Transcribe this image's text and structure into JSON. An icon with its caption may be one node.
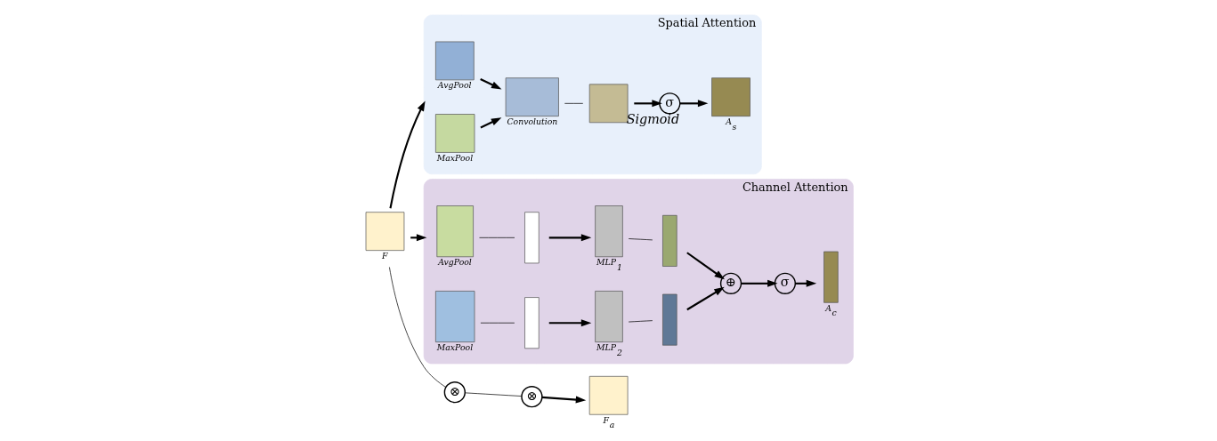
{
  "diagram": {
    "nodes": [
      {
        "text": [
          "F"
        ]
      },
      {
        "text": [
          "Spatial Attention"
        ]
      },
      {
        "text": [
          "AvgPool"
        ],
        "in": 1
      },
      {
        "text": [
          "MaxPool"
        ],
        "in": 1
      },
      {
        "text": [
          "Convolution"
        ],
        "in": 1
      },
      {
        "text": [],
        "shape": "box",
        "in": 1
      },
      {
        "text": [
          "σ",
          "Sigmoid"
        ],
        "in": 1
      },
      {
        "text": [
          "A$_{s}$"
        ],
        "in": 1
      },
      {
        "text": [
          "Channel Attention"
        ]
      },
      {
        "text": [
          "AvgPool"
        ],
        "in": 8
      },
      {
        "text": [],
        "shape": "bar",
        "in": 8
      },
      {
        "text": [
          "MLP$_{1}$"
        ],
        "in": 8
      },
      {
        "text": [],
        "shape": "bar",
        "in": 8
      },
      {
        "text": [
          "MaxPool"
        ],
        "in": 8
      },
      {
        "text": [],
        "shape": "bar",
        "in": 8
      },
      {
        "text": [
          "MLP$_{2}$"
        ],
        "in": 8
      },
      {
        "text": [],
        "shape": "bar",
        "in": 8
      },
      {
        "text": [
          "⊕"
        ],
        "in": 8
      },
      {
        "text": [
          "σ"
        ],
        "in": 8
      },
      {
        "text": [
          "A$_{c}$"
        ],
        "in": 8
      },
      {
        "text": [
          "⊗"
        ]
      },
      {
        "text": [
          "⊗"
        ]
      },
      {
        "text": [
          "F$_{a}$"
        ]
      }
    ],
    "edges": [
      {
        "from": 0,
        "to": 1,
        "arrow": "to"
      },
      {
        "from": 0,
        "to": 8,
        "arrow": "to"
      },
      {
        "from": 2,
        "to": 4,
        "arrow": "to"
      },
      {
        "from": 3,
        "to": 4,
        "arrow": "to"
      },
      {
        "from": 4,
        "to": 5,
        "arrow": "none"
      },
      {
        "from": 5,
        "to": 6,
        "arrow": "to"
      },
      {
        "from": 6,
        "to": 7,
        "arrow": "to"
      },
      {
        "from": 9,
        "to": 10,
        "arrow": "none"
      },
      {
        "from": 10,
        "to": 11,
        "arrow": "to"
      },
      {
        "from": 11,
        "to": 12,
        "arrow": "none"
      },
      {
        "from": 13,
        "to": 14,
        "arrow": "none"
      },
      {
        "from": 14,
        "to": 15,
        "arrow": "to"
      },
      {
        "from": 15,
        "to": 16,
        "arrow": "none"
      },
      {
        "from": 12,
        "to": 17,
        "arrow": "to"
      },
      {
        "from": 16,
        "to": 17,
        "arrow": "to"
      },
      {
        "from": 17,
        "to": 18,
        "arrow": "to"
      },
      {
        "from": 18,
        "to": 19,
        "arrow": "to"
      },
      {
        "from": 0,
        "to": 21,
        "arrow": "none"
      },
      {
        "from": 21,
        "to": 20,
        "arrow": "none"
      },
      {
        "from": 20,
        "to": 22,
        "arrow": "to"
      }
    ]
  }
}
